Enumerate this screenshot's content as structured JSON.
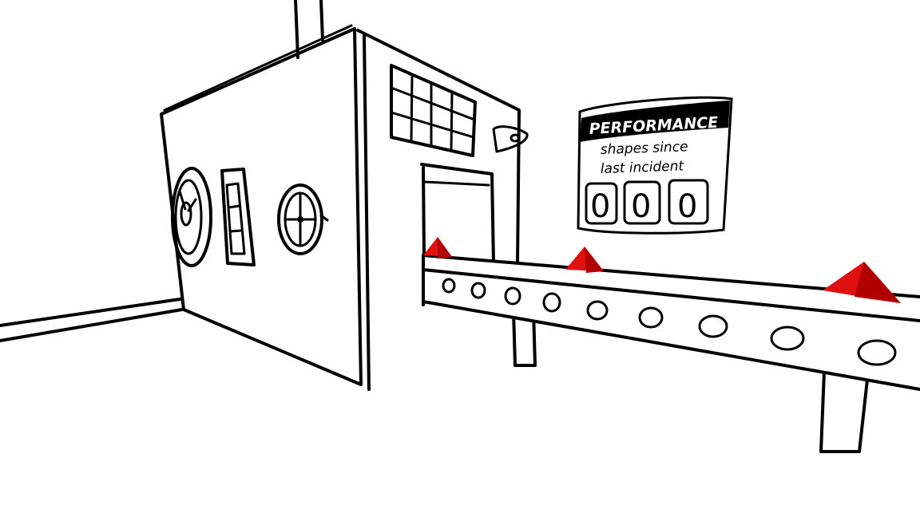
{
  "performance_sign": {
    "title": "PERFORMANCE",
    "line1": "shapes since",
    "line2": "last incident",
    "digits": [
      "0",
      "0",
      "0"
    ]
  },
  "colors": {
    "background": "#ffffff",
    "ink": "#000000",
    "shape_red": "#e01010",
    "shape_red_dark": "#b00000"
  },
  "conveyor": {
    "items": [
      {
        "shape": "red-pyramid"
      },
      {
        "shape": "red-pyramid"
      },
      {
        "shape": "red-pyramid"
      }
    ]
  }
}
